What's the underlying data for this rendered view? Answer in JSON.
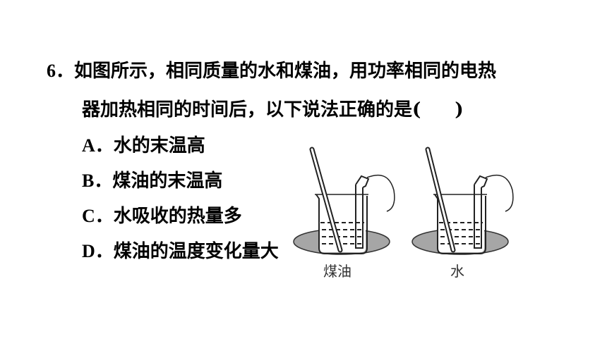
{
  "question": {
    "number": "6",
    "sep": "．",
    "line1": "如图所示，相同质量的水和煤油，用功率相同的电热",
    "line2_pre": "器加热相同的时间后，以下说法正确的是(",
    "line2_post": ")"
  },
  "options": [
    {
      "letter": "A",
      "sep": "．",
      "text": "水的末温高"
    },
    {
      "letter": "B",
      "sep": "．",
      "text": "煤油的末温高"
    },
    {
      "letter": "C",
      "sep": "．",
      "text": "水吸收的热量多"
    },
    {
      "letter": "D",
      "sep": "．",
      "text": "煤油的温度变化量大"
    }
  ],
  "figure": {
    "left_label": "煤油",
    "right_label": "水"
  }
}
